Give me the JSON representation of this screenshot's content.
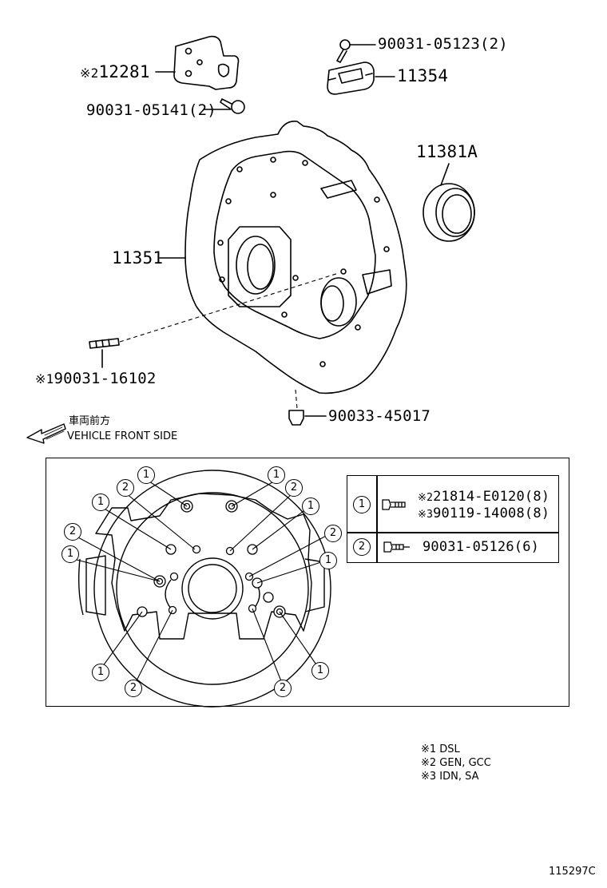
{
  "parts": {
    "p12281": {
      "mark": "※2",
      "number": "12281"
    },
    "p90031_05123": "90031-05123(2)",
    "p11354": "11354",
    "p90031_05141": "90031-05141(2)",
    "p11381A": "11381A",
    "p11351": "11351",
    "p90031_16102": {
      "mark": "※1",
      "number": "90031-16102"
    },
    "p90033_45017": "90033-45017"
  },
  "direction": {
    "japanese": "車両前方",
    "english": "VEHICLE FRONT SIDE"
  },
  "table": {
    "rows": [
      {
        "key": "1",
        "entries": [
          {
            "mark": "※2",
            "number": "21814-E0120(8)"
          },
          {
            "mark": "※3",
            "number": "90119-14008(8)"
          }
        ]
      },
      {
        "key": "2",
        "entries": [
          {
            "mark": "",
            "number": "90031-05126(6)"
          }
        ]
      }
    ]
  },
  "callouts": {
    "one": "1",
    "two": "2"
  },
  "notes": [
    "※1 DSL",
    "※2 GEN, GCC",
    "※3 IDN, SA"
  ],
  "figure_id": "115297C"
}
